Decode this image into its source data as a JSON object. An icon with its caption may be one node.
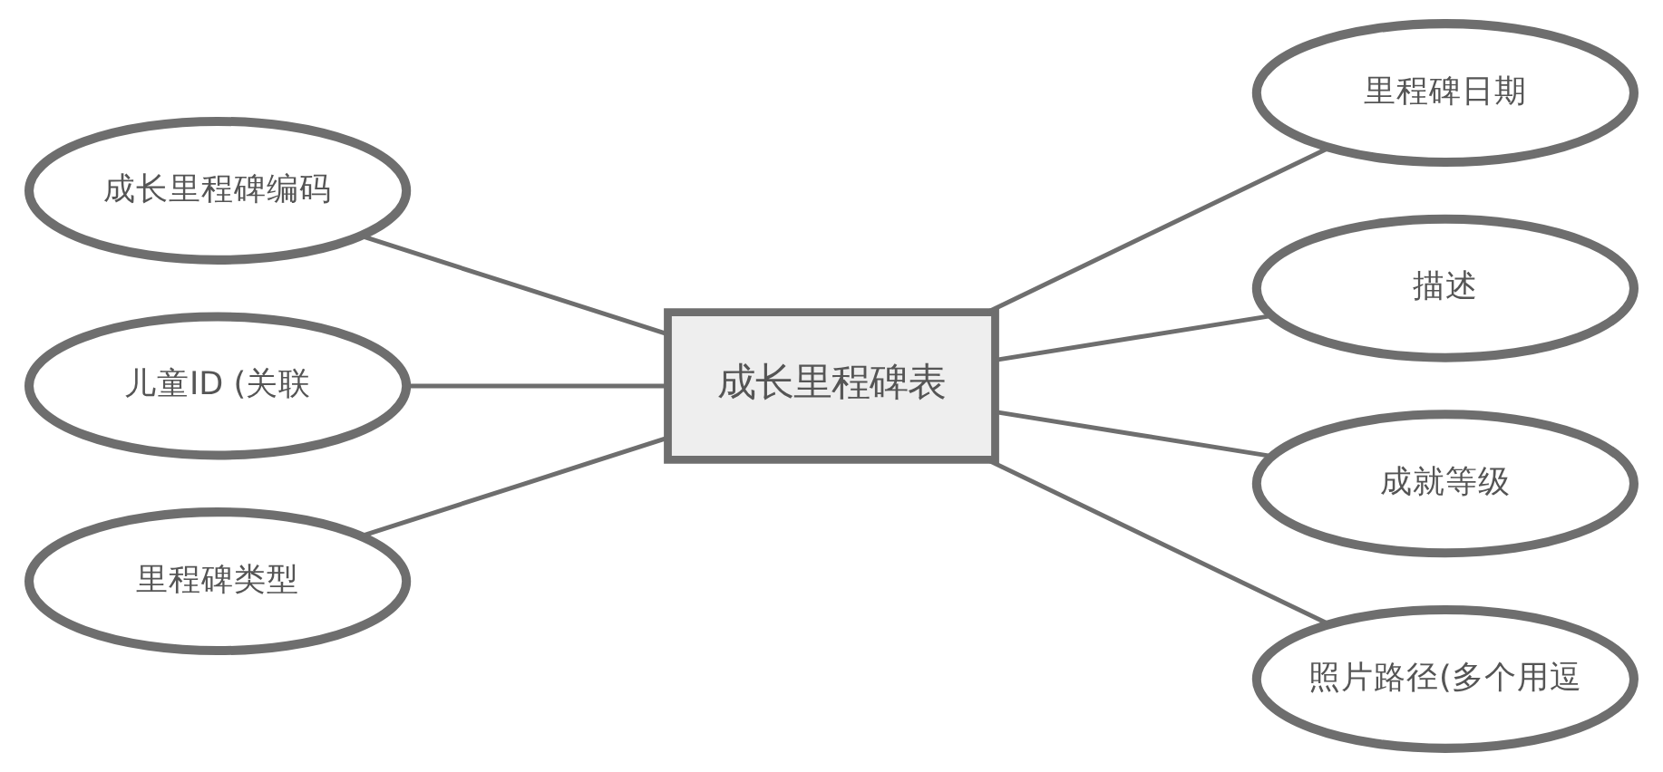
{
  "diagram": {
    "nodes": [
      {
        "text": [
          "成长里程碑编码"
        ]
      },
      {
        "text": [
          "儿童ID (关联"
        ]
      },
      {
        "text": [
          "里程碑类型"
        ]
      },
      {
        "text": [
          "成长里程碑表"
        ]
      },
      {
        "text": [
          "里程碑日期"
        ]
      },
      {
        "text": [
          "描述"
        ]
      },
      {
        "text": [
          "成就等级"
        ]
      },
      {
        "text": [
          "照片路径(多个用逗"
        ]
      }
    ],
    "edges": [
      {
        "from": 0,
        "to": 3,
        "arrow": "none"
      },
      {
        "from": 1,
        "to": 3,
        "arrow": "none"
      },
      {
        "from": 2,
        "to": 3,
        "arrow": "none"
      },
      {
        "from": 3,
        "to": 4,
        "arrow": "none"
      },
      {
        "from": 3,
        "to": 5,
        "arrow": "none"
      },
      {
        "from": 3,
        "to": 6,
        "arrow": "none"
      },
      {
        "from": 3,
        "to": 7,
        "arrow": "none"
      }
    ]
  }
}
